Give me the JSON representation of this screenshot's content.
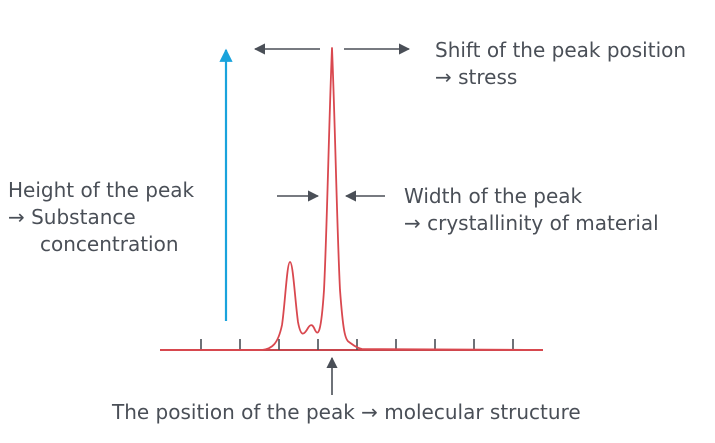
{
  "colors": {
    "spectrum": "#d9484f",
    "height_arrow": "#1aa3dc",
    "annotation": "#4a4f57",
    "baseline": "#c8454c"
  },
  "labels": {
    "shift": {
      "line1": "Shift of the peak position",
      "line2": "→ stress"
    },
    "width": {
      "line1": "Width of the peak",
      "line2": "→ crystallinity of material"
    },
    "height": {
      "line1": "Height of the peak",
      "line2": "→ Substance",
      "line3": "concentration"
    },
    "position": {
      "line1": "The position of the peak → molecular structure"
    }
  }
}
